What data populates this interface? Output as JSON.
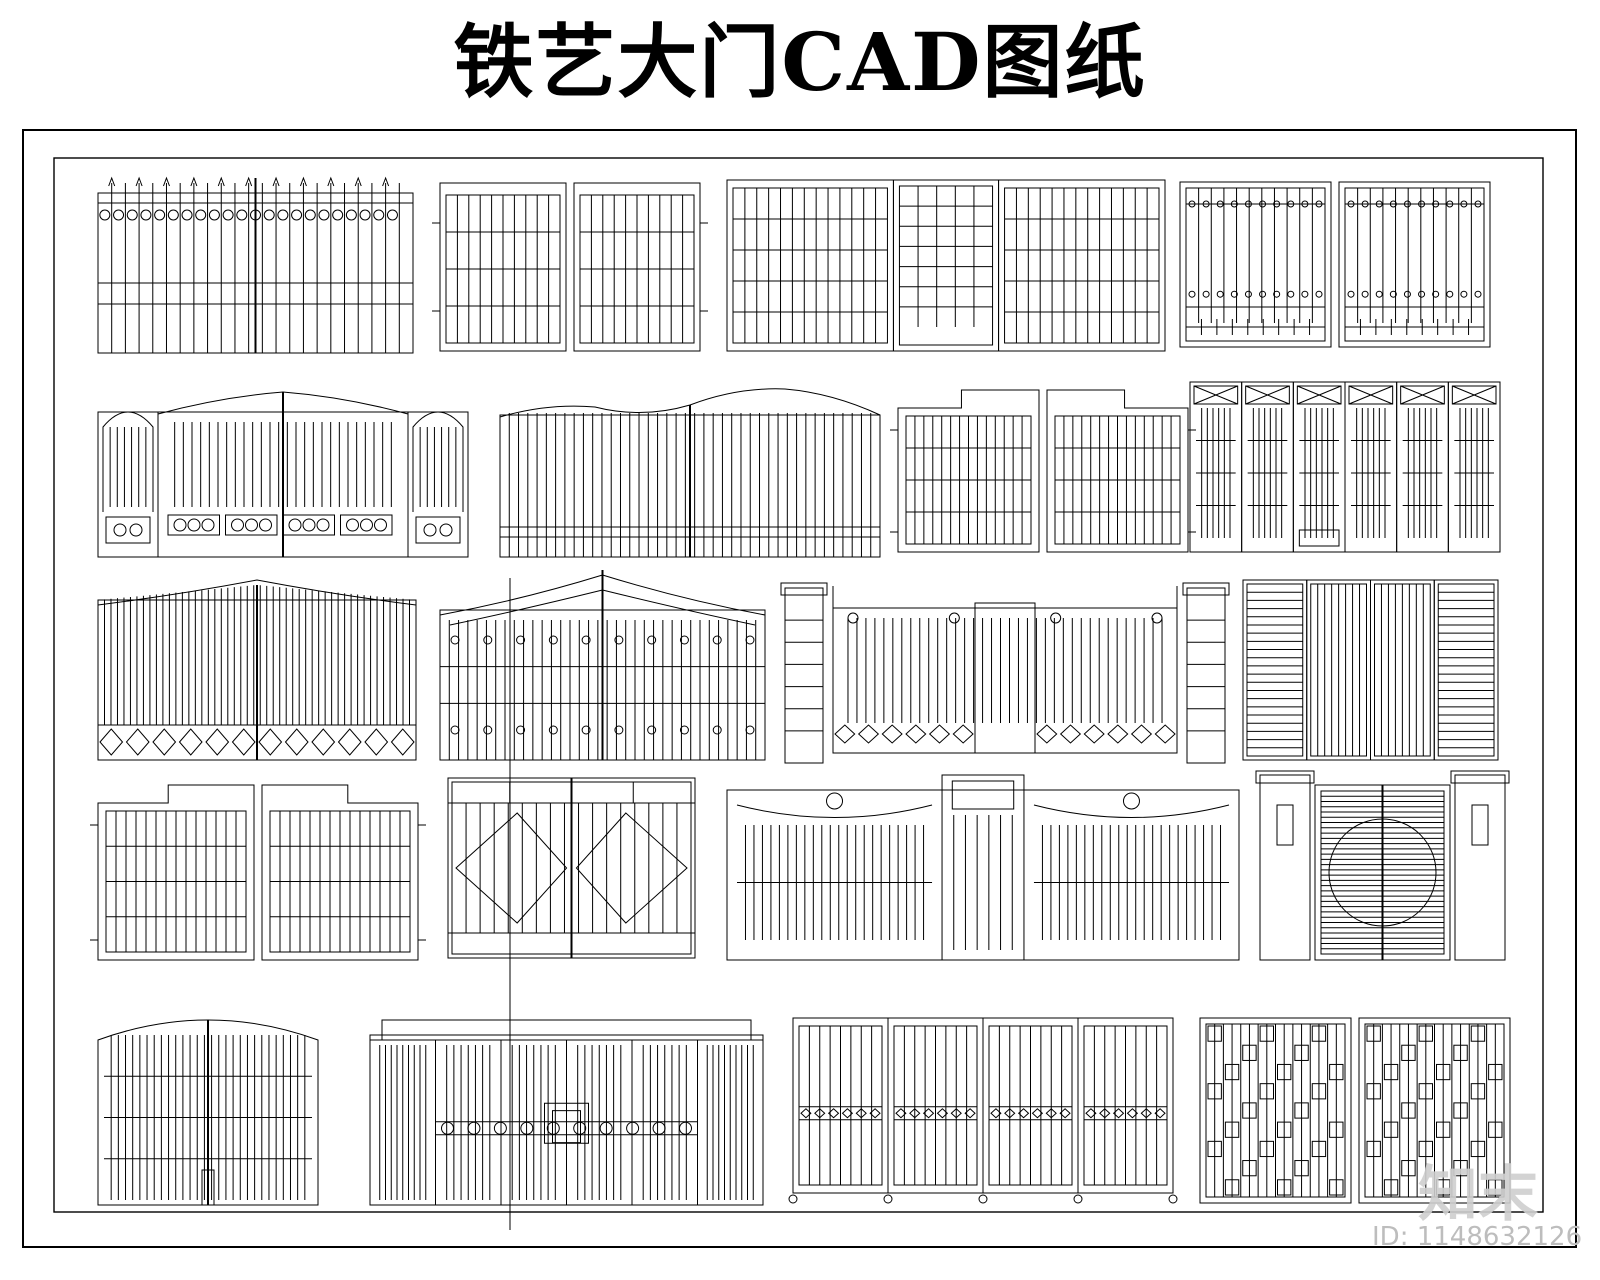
{
  "title": "铁艺大门CAD图纸",
  "watermark": {
    "logo": "知末",
    "id_text": "ID: 1148632126"
  },
  "colors": {
    "line": "#000000",
    "background": "#ffffff",
    "watermark": "#c8c8c8"
  },
  "gate_drawings": [
    {
      "row": 1,
      "index": 1,
      "style": "spear-top-double"
    },
    {
      "row": 1,
      "index": 2,
      "style": "flat-bars-double"
    },
    {
      "row": 1,
      "index": 3,
      "style": "triple-with-center-door"
    },
    {
      "row": 1,
      "index": 4,
      "style": "rivet-band-double"
    },
    {
      "row": 2,
      "index": 1,
      "style": "arched-with-side-panels"
    },
    {
      "row": 2,
      "index": 2,
      "style": "wave-spear-top"
    },
    {
      "row": 2,
      "index": 3,
      "style": "stepped-top-double"
    },
    {
      "row": 2,
      "index": 4,
      "style": "lattice-six-panel"
    },
    {
      "row": 3,
      "index": 1,
      "style": "curved-spear-diamond-base"
    },
    {
      "row": 3,
      "index": 2,
      "style": "ornate-arched"
    },
    {
      "row": 3,
      "index": 3,
      "style": "pillars-with-finials"
    },
    {
      "row": 3,
      "index": 4,
      "style": "louver-four-panel"
    },
    {
      "row": 4,
      "index": 1,
      "style": "stepped-top-double"
    },
    {
      "row": 4,
      "index": 2,
      "style": "diamond-lattice"
    },
    {
      "row": 4,
      "index": 3,
      "style": "arched-medallion-sliding"
    },
    {
      "row": 4,
      "index": 4,
      "style": "moon-gate-pillars"
    },
    {
      "row": 5,
      "index": 1,
      "style": "round-arch-double"
    },
    {
      "row": 5,
      "index": 2,
      "style": "four-leaf-with-handle"
    },
    {
      "row": 5,
      "index": 3,
      "style": "folding-four-panel"
    },
    {
      "row": 5,
      "index": 4,
      "style": "lattice-grid-double"
    }
  ]
}
